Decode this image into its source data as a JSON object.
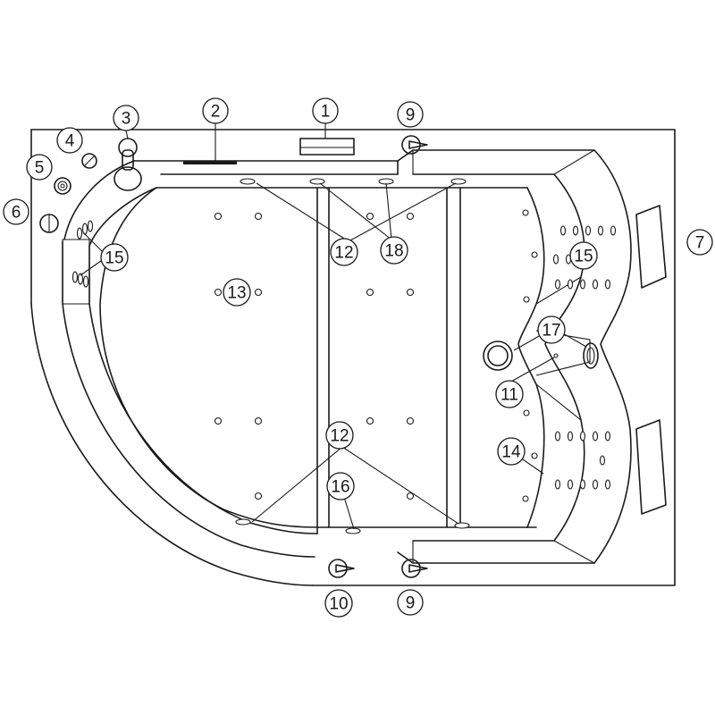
{
  "callouts": [
    {
      "id": "1",
      "label": "1"
    },
    {
      "id": "2",
      "label": "2"
    },
    {
      "id": "3",
      "label": "3"
    },
    {
      "id": "4",
      "label": "4"
    },
    {
      "id": "5",
      "label": "5"
    },
    {
      "id": "6",
      "label": "6"
    },
    {
      "id": "7",
      "label": "7"
    },
    {
      "id": "9-top",
      "label": "9"
    },
    {
      "id": "9-bottom",
      "label": "9"
    },
    {
      "id": "10",
      "label": "10"
    },
    {
      "id": "11",
      "label": "11"
    },
    {
      "id": "12-top",
      "label": "12"
    },
    {
      "id": "12-bottom",
      "label": "12"
    },
    {
      "id": "13",
      "label": "13"
    },
    {
      "id": "14",
      "label": "14"
    },
    {
      "id": "15-left",
      "label": "15"
    },
    {
      "id": "15-right",
      "label": "15"
    },
    {
      "id": "16",
      "label": "16"
    },
    {
      "id": "17",
      "label": "17"
    },
    {
      "id": "18",
      "label": "18"
    }
  ]
}
